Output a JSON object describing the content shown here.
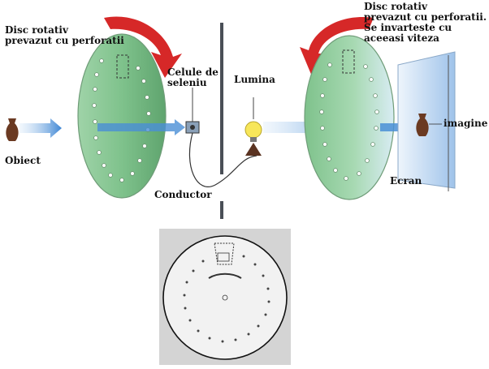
{
  "labels": {
    "disc_left": [
      "Disc rotativ",
      "prevazut cu perforatii"
    ],
    "disc_right": [
      "Disc rotativ",
      "prevazut cu perforatii.",
      "Se invarteste cu",
      "aceeasi viteza"
    ],
    "selenium": [
      "Celule de",
      "seleniu"
    ],
    "light": "Lumina",
    "object": "Obiect",
    "conductor": "Conductor",
    "screen": "Ecran",
    "image": "imagine"
  },
  "colors": {
    "disc_green": "#7fc28c",
    "rotation_arrow": "#d62828",
    "light_beam": "#4a8fd6",
    "screen_blue": "#a9c9ec",
    "vase": "#6b3a22",
    "photo_bg": "#d4d4d4"
  }
}
